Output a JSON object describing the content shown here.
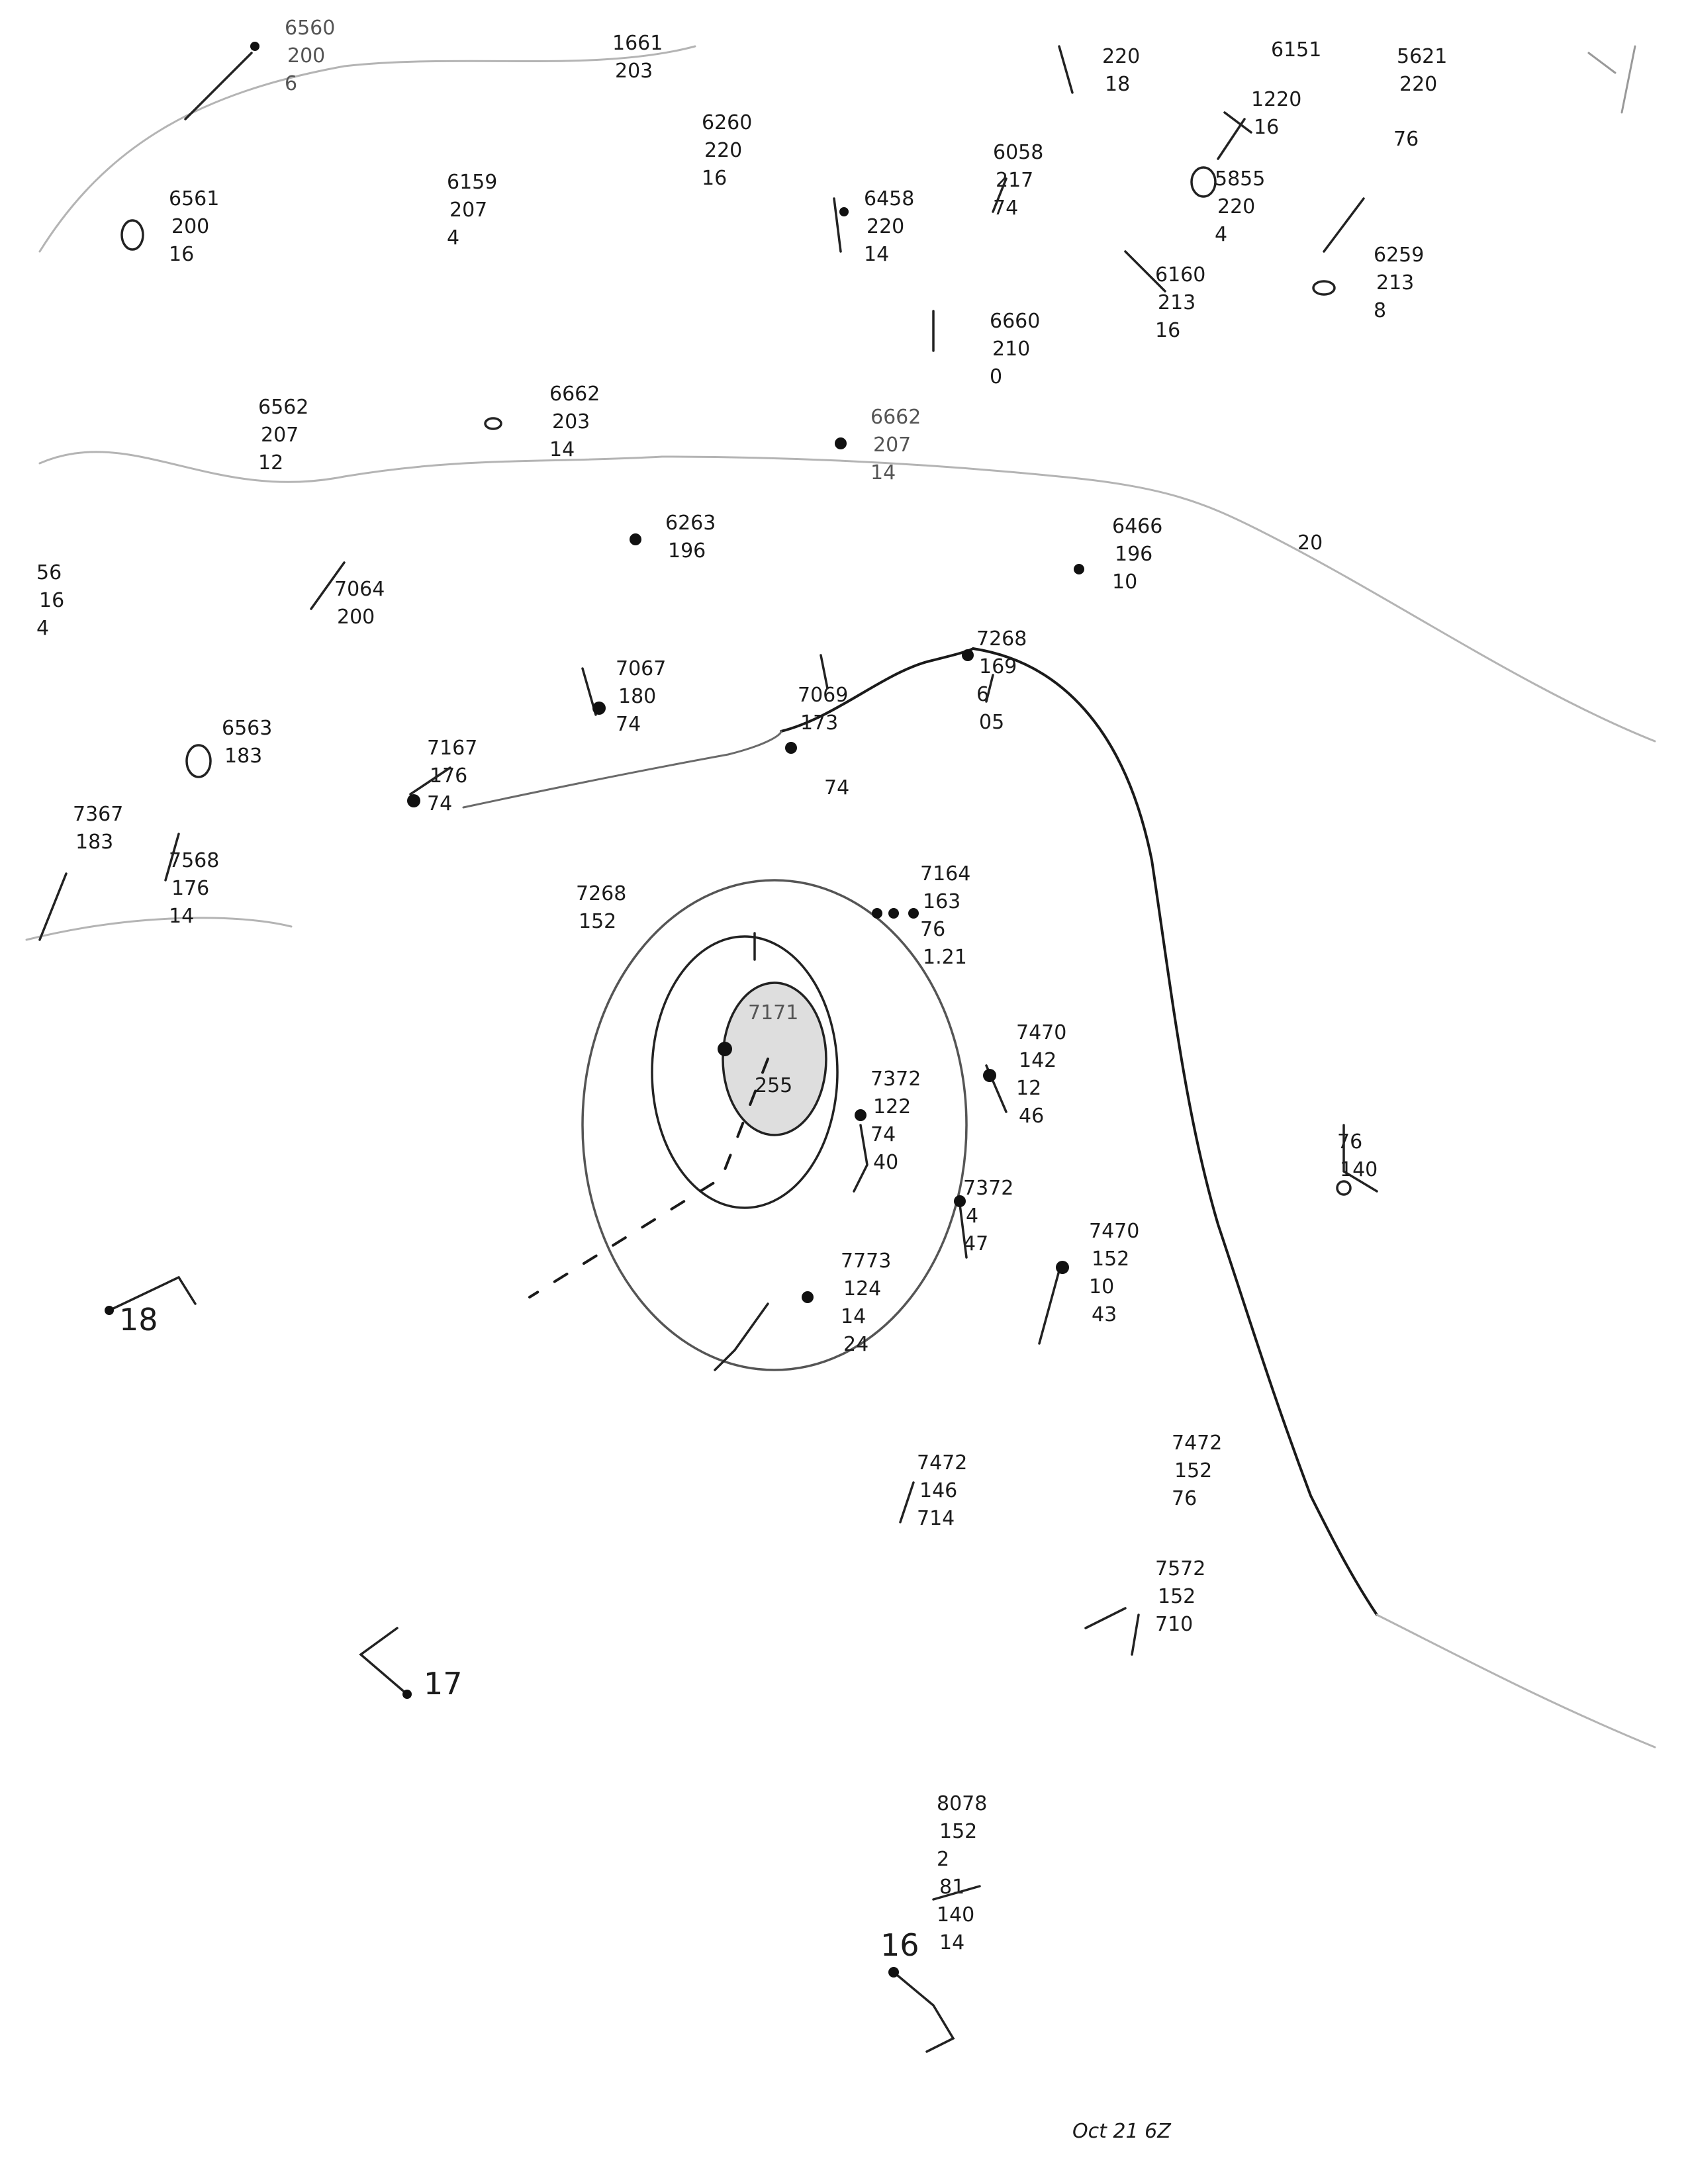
{
  "map": {
    "date_label": "Oct 21 6Z",
    "isobar_label": "20",
    "stations": [
      {
        "lines": [
          "6560",
          "200",
          "6"
        ]
      },
      {
        "lines": [
          "1661",
          "203"
        ]
      },
      {
        "lines": [
          "220",
          "18"
        ]
      },
      {
        "lines": [
          "6151"
        ]
      },
      {
        "lines": [
          "5621",
          "220"
        ]
      },
      {
        "lines": [
          "6260",
          "220",
          "16"
        ]
      },
      {
        "lines": [
          "6561",
          "200",
          "16"
        ]
      },
      {
        "lines": [
          "6159",
          "207",
          "4"
        ]
      },
      {
        "lines": [
          "6458",
          "220",
          "14"
        ]
      },
      {
        "lines": [
          "6058",
          "217",
          "74"
        ]
      },
      {
        "lines": [
          "1220",
          "16"
        ]
      },
      {
        "lines": [
          "76"
        ]
      },
      {
        "lines": [
          "5855",
          "220",
          "4"
        ]
      },
      {
        "lines": [
          "6259",
          "213",
          "8"
        ]
      },
      {
        "lines": [
          "6160",
          "213",
          "16"
        ]
      },
      {
        "lines": [
          "6660",
          "210",
          "0"
        ]
      },
      {
        "lines": [
          "6562",
          "207",
          "12"
        ]
      },
      {
        "lines": [
          "6662",
          "203",
          "14"
        ]
      },
      {
        "lines": [
          "6662",
          "207",
          "14"
        ]
      },
      {
        "lines": [
          "6263",
          "196"
        ]
      },
      {
        "lines": [
          "6466",
          "196",
          "10"
        ]
      },
      {
        "lines": [
          "7064",
          "200"
        ]
      },
      {
        "lines": [
          "7067",
          "180",
          "74"
        ]
      },
      {
        "lines": [
          "7069",
          "173"
        ]
      },
      {
        "lines": [
          "7268",
          "169",
          "6",
          "05"
        ]
      },
      {
        "lines": [
          "6563",
          "183"
        ]
      },
      {
        "lines": [
          "7367",
          "183"
        ]
      },
      {
        "lines": [
          "7568",
          "176",
          "14"
        ]
      },
      {
        "lines": [
          "7167",
          "176",
          "74"
        ]
      },
      {
        "lines": [
          "74"
        ]
      },
      {
        "lines": [
          "7268",
          "152"
        ]
      },
      {
        "lines": [
          "7164",
          "163",
          "76",
          "1.21"
        ]
      },
      {
        "lines": [
          "7171"
        ]
      },
      {
        "lines": [
          "255"
        ]
      },
      {
        "lines": [
          "7372",
          "122",
          "74",
          "40"
        ]
      },
      {
        "lines": [
          "7470",
          "142",
          "12",
          "46"
        ]
      },
      {
        "lines": [
          "7372",
          "4",
          "47"
        ]
      },
      {
        "lines": [
          "7470",
          "152",
          "10",
          "43"
        ]
      },
      {
        "lines": [
          "76",
          "140"
        ]
      },
      {
        "lines": [
          "7773",
          "124",
          "14",
          "24"
        ]
      },
      {
        "lines": [
          "7472",
          "146",
          "714"
        ]
      },
      {
        "lines": [
          "7472",
          "152",
          "76"
        ]
      },
      {
        "lines": [
          "7572",
          "152",
          "710"
        ]
      },
      {
        "lines": [
          "8078",
          "152",
          "2",
          "81",
          "140",
          "14"
        ]
      },
      {
        "lines": [
          "18"
        ]
      },
      {
        "lines": [
          "17"
        ]
      },
      {
        "lines": [
          "16"
        ]
      },
      {
        "lines": [
          "56",
          "16",
          "4"
        ]
      }
    ]
  }
}
